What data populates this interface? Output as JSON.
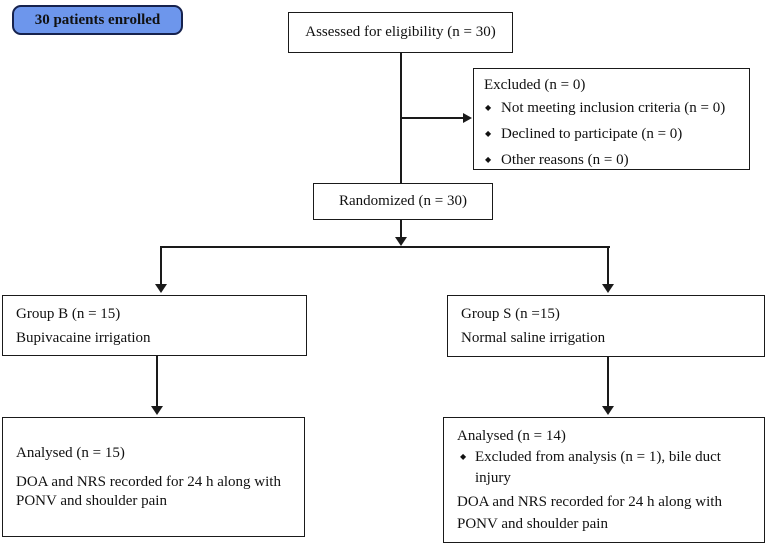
{
  "badge": {
    "label": "30 patients enrolled",
    "bg_color": "#6d96ec",
    "border_color": "#16224d"
  },
  "assessed": {
    "text": "Assessed for eligibility (n = 30)"
  },
  "excluded": {
    "title": "Excluded (n = 0)",
    "bullet_icon": "small-black-diamond",
    "items": [
      "Not meeting inclusion criteria (n = 0)",
      "Declined to participate (n = 0)",
      "Other reasons (n = 0)"
    ]
  },
  "randomized": {
    "text": "Randomized (n = 30)"
  },
  "groups": {
    "b": {
      "line1": "Group B (n = 15)",
      "line2": "Bupivacaine irrigation"
    },
    "s": {
      "line1": "Group S (n =15)",
      "line2": "Normal saline irrigation"
    }
  },
  "analysed": {
    "b": {
      "title": "Analysed (n = 15)",
      "body": "DOA and NRS recorded for 24 h along with PONV and shoulder pain"
    },
    "s": {
      "title": "Analysed (n = 14)",
      "exclusion_note": "Excluded from analysis (n = 1), bile duct injury",
      "body": "DOA and NRS recorded for 24 h along with PONV and shoulder pain"
    }
  },
  "line_color": "#1a1a1a"
}
